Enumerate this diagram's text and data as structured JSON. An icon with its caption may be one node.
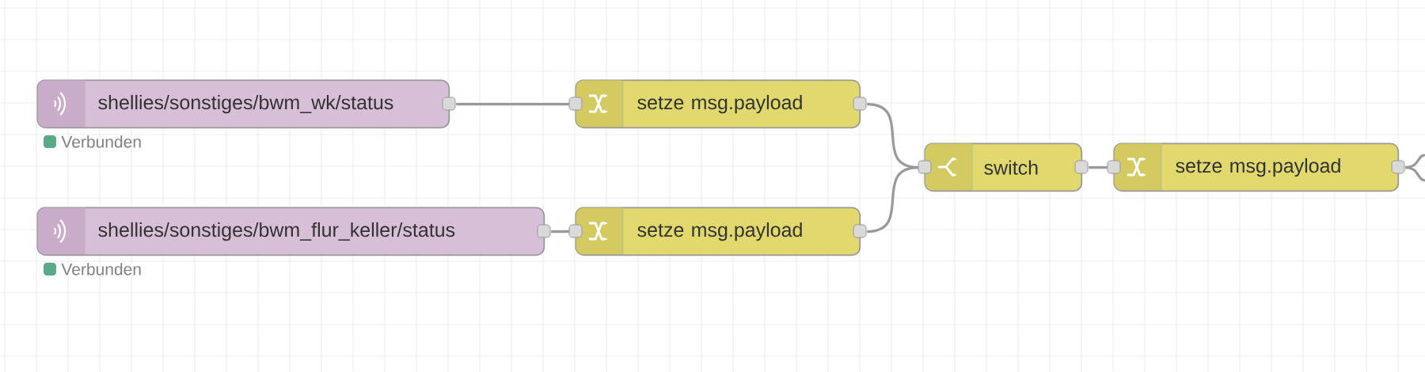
{
  "diagram": {
    "nodes": [
      {
        "text": [
          "shellies/sonstiges/bwm_wk/status"
        ],
        "beside": [
          "Verbunden"
        ]
      },
      {
        "text": [
          "shellies/sonstiges/bwm_flur_keller/status"
        ],
        "beside": [
          "Verbunden"
        ]
      },
      {
        "text": [
          "setze msg.payload"
        ]
      },
      {
        "text": [
          "setze msg.payload"
        ]
      },
      {
        "text": [
          "switch"
        ]
      },
      {
        "text": [
          "setze msg.payload"
        ]
      }
    ],
    "edges": [
      {
        "from": 0,
        "to": 2,
        "arrow": "none"
      },
      {
        "from": 1,
        "to": 3,
        "arrow": "none"
      },
      {
        "from": 2,
        "to": 4,
        "arrow": "none"
      },
      {
        "from": 3,
        "to": 4,
        "arrow": "none"
      },
      {
        "from": 4,
        "to": 5,
        "arrow": "none"
      },
      {
        "from": 5,
        "to": null,
        "arrow": "none"
      },
      {
        "from": 5,
        "to": null,
        "arrow": "none"
      }
    ]
  }
}
